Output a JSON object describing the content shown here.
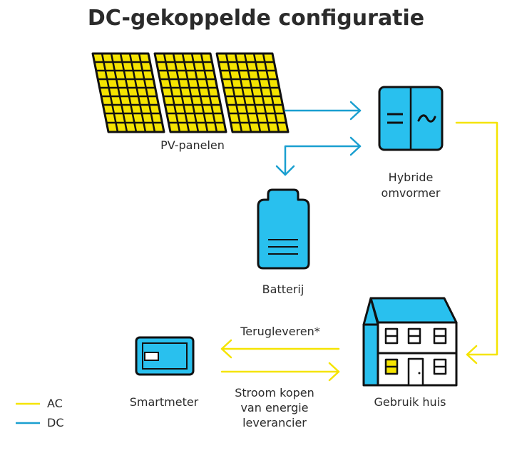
{
  "title": "DC-gekoppelde configuratie",
  "labels": {
    "pv": "PV-panelen",
    "inverter_line1": "Hybride",
    "inverter_line2": "omvormer",
    "battery": "Batterij",
    "house": "Gebruik huis",
    "smartmeter": "Smartmeter",
    "feed_in": "Terugleveren*",
    "buy_line1": "Stroom kopen",
    "buy_line2": "van energie",
    "buy_line3": "leverancier"
  },
  "legend": [
    {
      "label": "AC",
      "color": "#f5e400"
    },
    {
      "label": "DC",
      "color": "#1a9fd0"
    }
  ],
  "colors": {
    "ac": "#f5e400",
    "dc": "#1a9fd0",
    "panel_fill": "#f5e400",
    "panel_stroke": "#111111",
    "device_fill": "#29c0ee"
  },
  "icons": {
    "inverter_dc_symbol": "=",
    "inverter_ac_symbol": "~"
  }
}
